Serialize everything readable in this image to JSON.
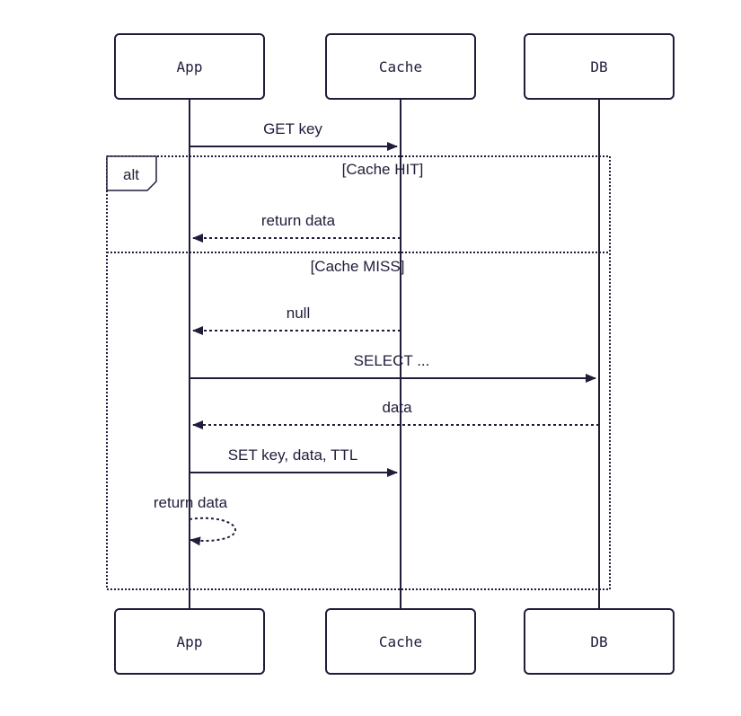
{
  "diagram": {
    "actors": [
      "App",
      "Cache",
      "DB"
    ],
    "fragment": {
      "operator": "alt",
      "sections": [
        "[Cache HIT]",
        "[Cache MISS]"
      ]
    },
    "messages": [
      {
        "from": "App",
        "to": "Cache",
        "label": "GET key",
        "style": "solid"
      },
      {
        "from": "Cache",
        "to": "App",
        "label": "return data",
        "style": "dashed"
      },
      {
        "from": "Cache",
        "to": "App",
        "label": "null",
        "style": "dashed"
      },
      {
        "from": "App",
        "to": "DB",
        "label": "SELECT ...",
        "style": "solid"
      },
      {
        "from": "DB",
        "to": "App",
        "label": "data",
        "style": "dashed"
      },
      {
        "from": "App",
        "to": "Cache",
        "label": "SET key, data, TTL",
        "style": "solid"
      },
      {
        "from": "App",
        "to": "App",
        "label": "return data",
        "style": "dashed"
      }
    ],
    "colors": {
      "stroke": "#1f1d3a",
      "background": "#ffffff"
    }
  }
}
